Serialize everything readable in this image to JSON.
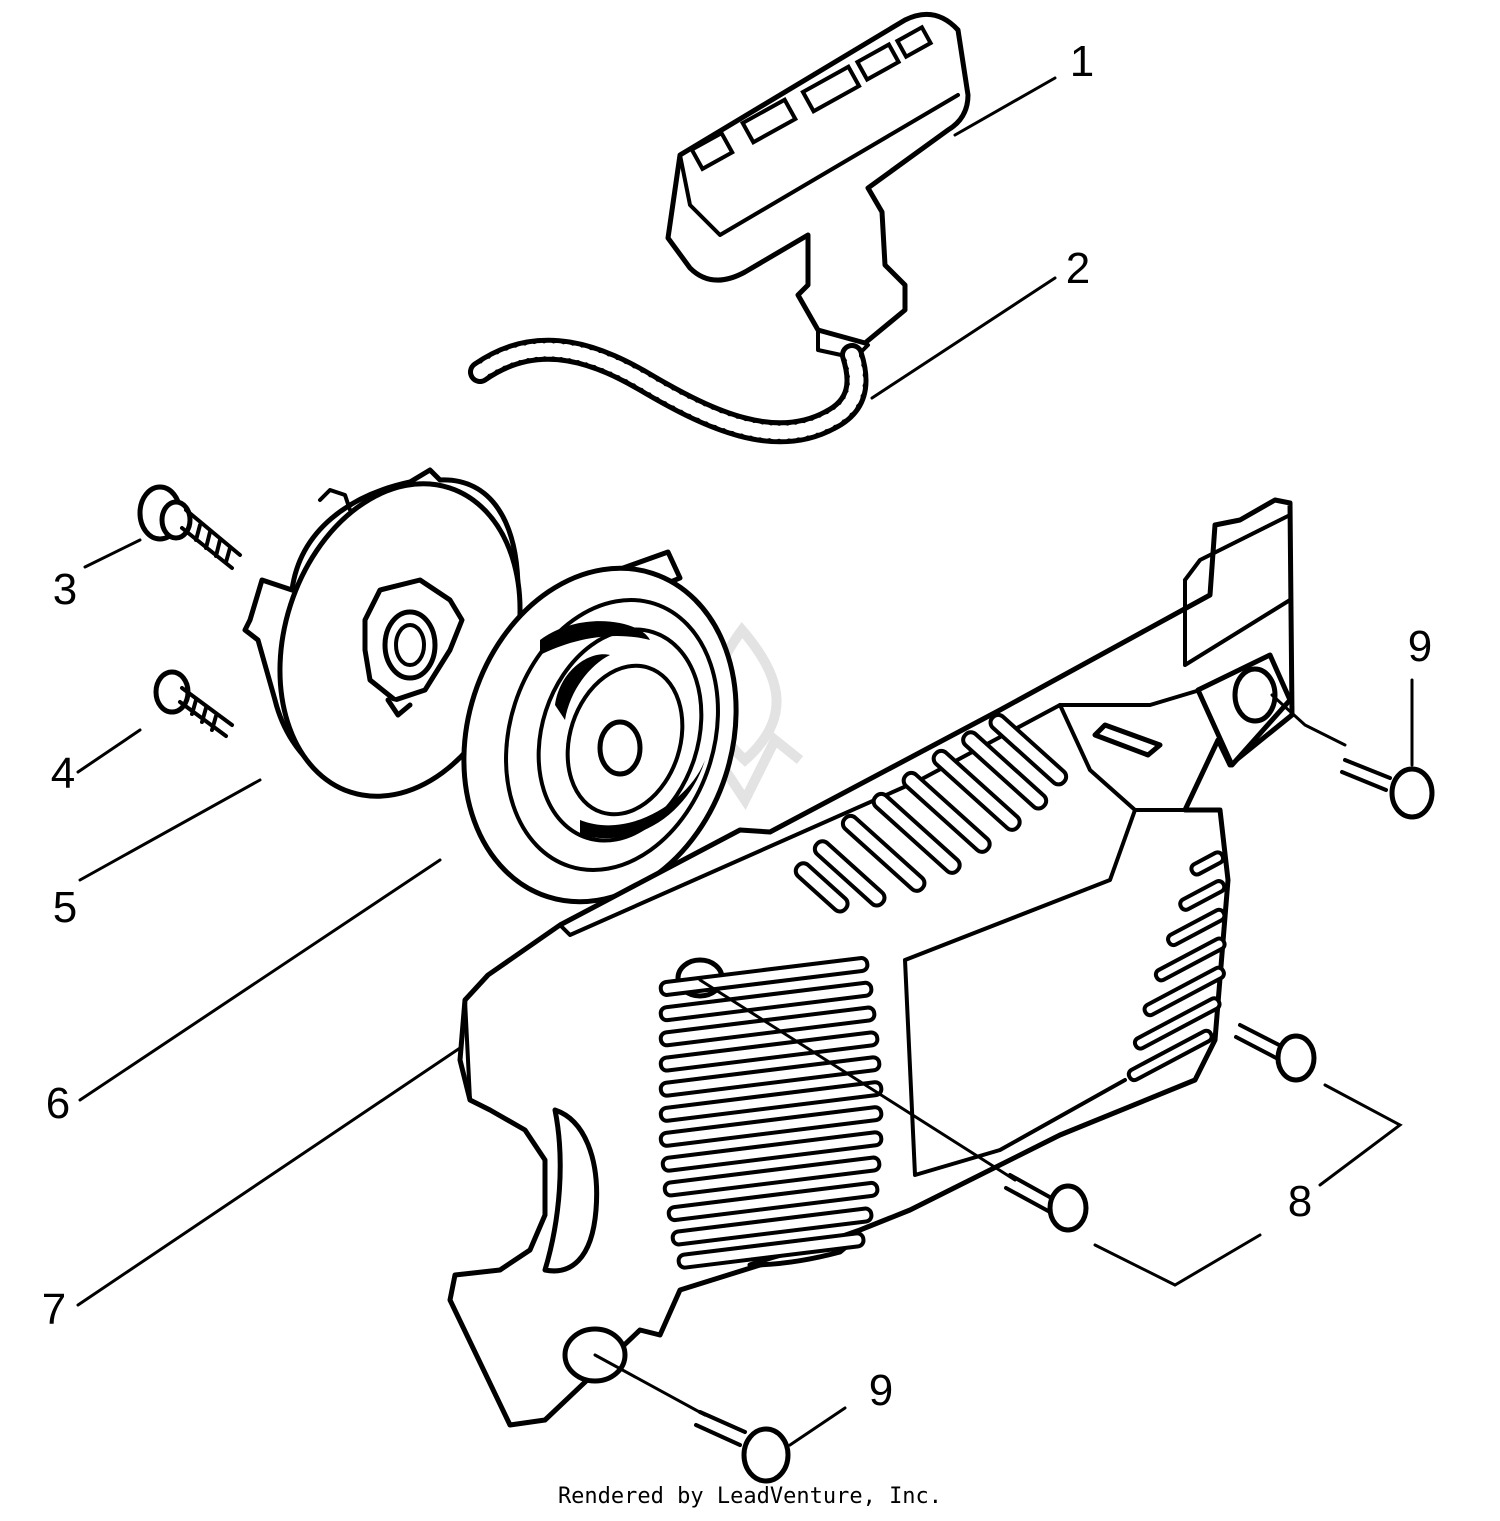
{
  "callouts": {
    "c1": "1",
    "c2": "2",
    "c3": "3",
    "c4": "4",
    "c5": "5",
    "c6": "6",
    "c7": "7",
    "c8": "8",
    "c9_top": "9",
    "c9_bottom": "9"
  },
  "credit": "Rendered by LeadVenture, Inc.",
  "watermark": {
    "icon": "leadventure-flame-logo",
    "color": "#e3e3e3"
  }
}
